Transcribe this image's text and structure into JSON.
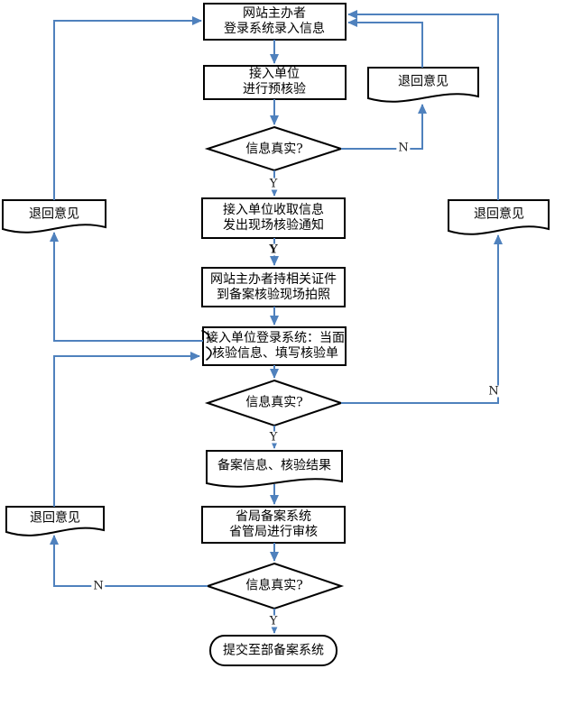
{
  "flowchart": {
    "nodes": {
      "start": {
        "line1": "网站主办者",
        "line2": "登录系统录入信息"
      },
      "pre_check": {
        "line1": "接入单位",
        "line2": "进行预核验"
      },
      "decision_1": {
        "label": "信息真实?"
      },
      "collect_notify": {
        "line1": "接入单位收取信息",
        "line2": "发出现场核验通知"
      },
      "site_photo": {
        "line1": "网站主办者持相关证件",
        "line2": "到备案核验现场拍照"
      },
      "face_verify": {
        "line1": "接入单位登录系统：当面",
        "line2": "核验信息、填写核验单"
      },
      "decision_2": {
        "label": "信息真实?"
      },
      "record_result": {
        "label": "备案信息、核验结果"
      },
      "province_audit": {
        "line1": "省局备案系统",
        "line2": "省管局进行审核"
      },
      "decision_3": {
        "label": "信息真实?"
      },
      "submit_end": {
        "label": "提交至部备案系统"
      },
      "return_left_top": {
        "label": "退回意见"
      },
      "return_left_bottom": {
        "label": "退回意见"
      },
      "return_right_top": {
        "label": "退回意见"
      },
      "return_right_mid": {
        "label": "退回意见"
      }
    },
    "edge_labels": {
      "y1": "Y",
      "y2": "Y",
      "y3": "Y",
      "y4": "Y",
      "n1": "N",
      "n2": "N",
      "n3": "N"
    },
    "colors": {
      "connector": "#4f81bd",
      "shape_border": "#000000",
      "shape_fill": "#ffffff",
      "text": "#000000"
    }
  }
}
